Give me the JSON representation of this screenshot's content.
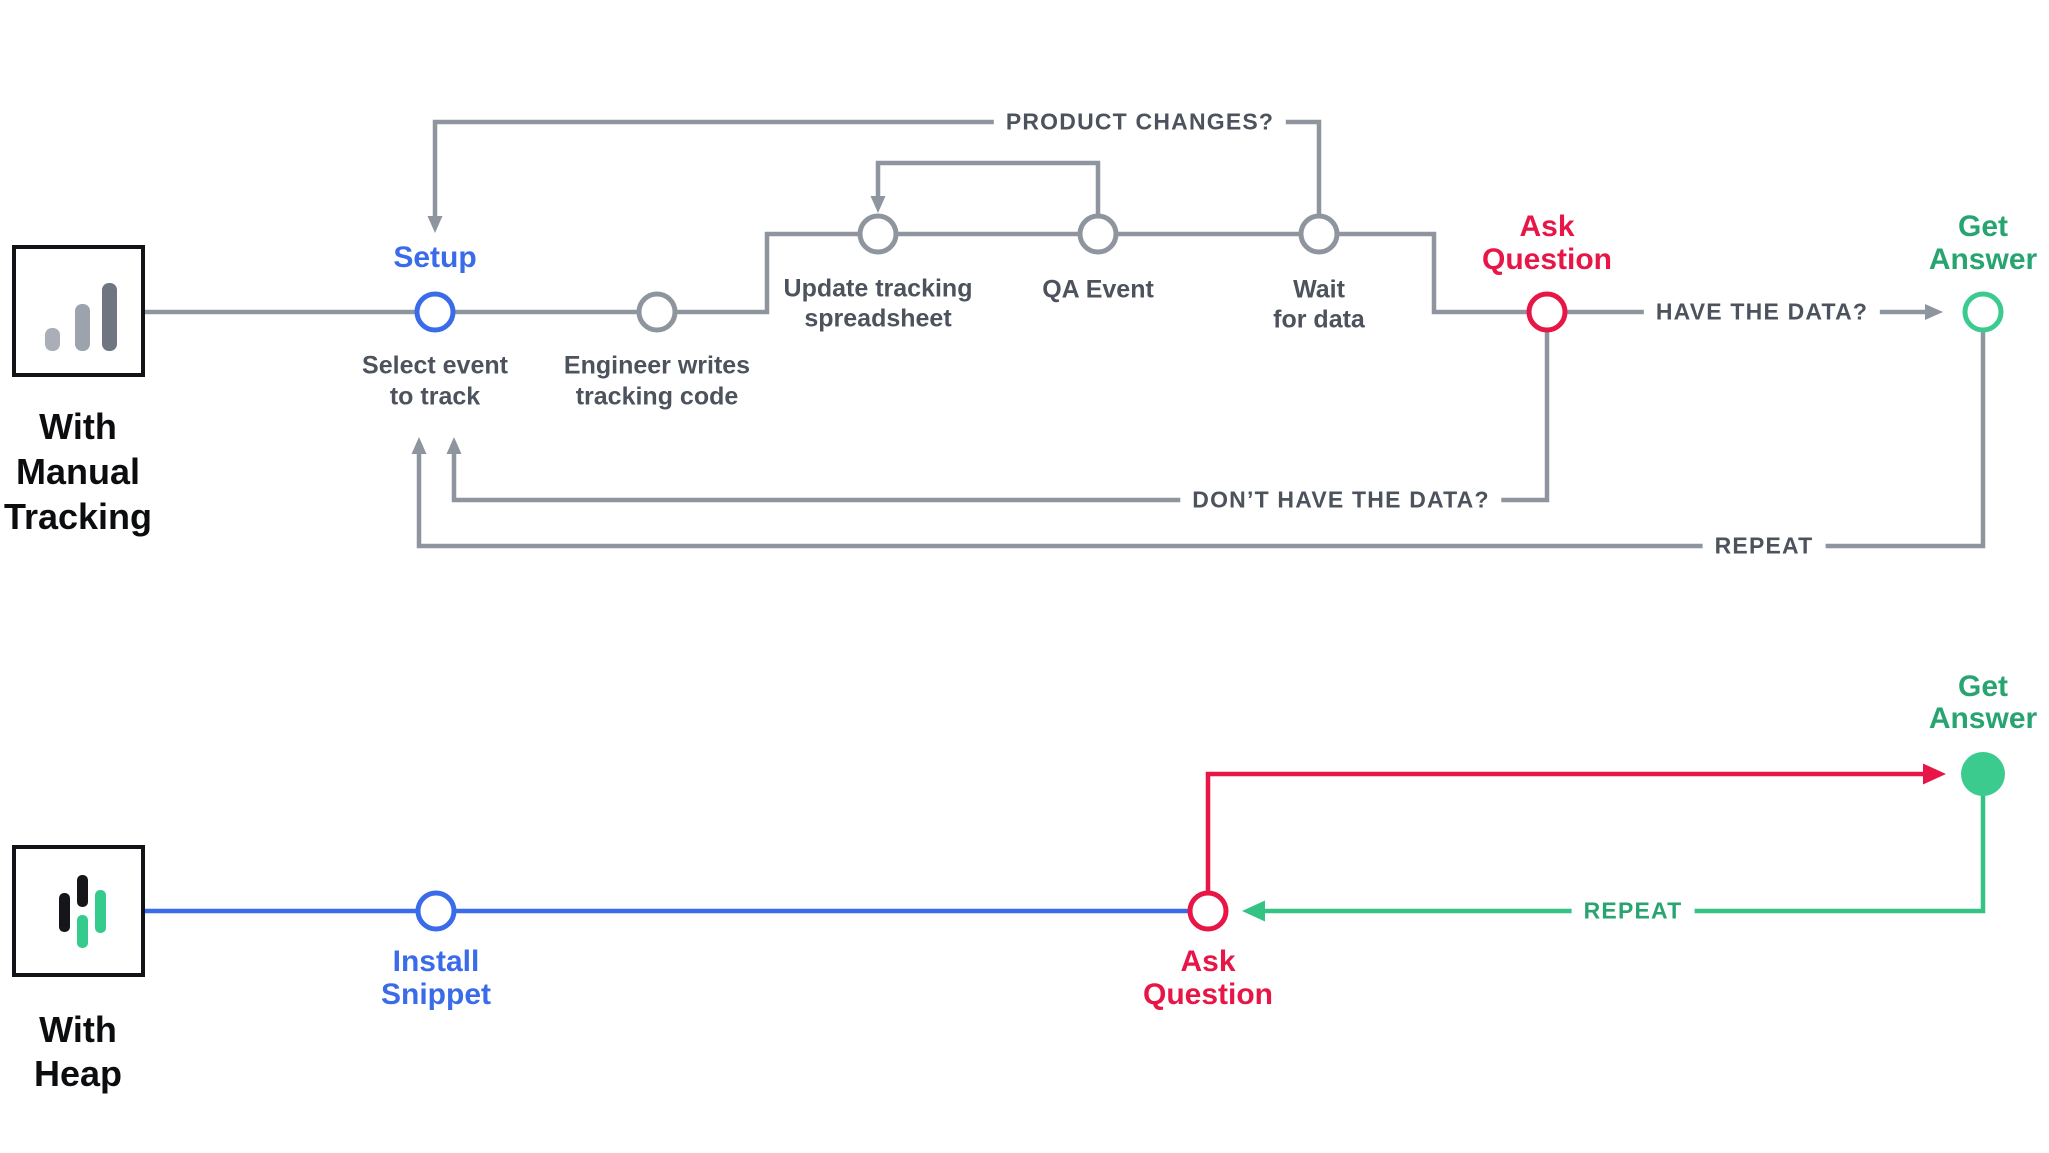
{
  "colors": {
    "blue": "#3A6BE8",
    "red": "#E81647",
    "green_text": "#28A471",
    "green_bright": "#3CCB8E",
    "green_line": "#35C285",
    "gray_line": "#8F959E",
    "text_dark": "#4C535D",
    "text_black": "#0C0D0F"
  },
  "top": {
    "source_label": [
      "With",
      "Manual",
      "Tracking"
    ],
    "nodes": {
      "setup": {
        "title": "Setup",
        "desc": [
          "Select event",
          "to track"
        ]
      },
      "engineer": {
        "desc": [
          "Engineer writes",
          "tracking code"
        ]
      },
      "update": {
        "desc": [
          "Update tracking",
          "spreadsheet"
        ]
      },
      "qa": {
        "desc": [
          "QA Event"
        ]
      },
      "wait": {
        "desc": [
          "Wait",
          "for data"
        ]
      },
      "ask": {
        "title": [
          "Ask",
          "Question"
        ]
      },
      "get": {
        "title": [
          "Get",
          "Answer"
        ]
      }
    },
    "edge_labels": {
      "product_changes": "PRODUCT CHANGES?",
      "have_data": "HAVE THE DATA?",
      "dont_have_data": "DON’T HAVE THE DATA?",
      "repeat": "REPEAT"
    }
  },
  "bottom": {
    "source_label": [
      "With",
      "Heap"
    ],
    "nodes": {
      "install": {
        "title": [
          "Install",
          "Snippet"
        ]
      },
      "ask": {
        "title": [
          "Ask",
          "Question"
        ]
      },
      "get": {
        "title": [
          "Get",
          "Answer"
        ]
      }
    },
    "edge_labels": {
      "repeat": "REPEAT"
    }
  }
}
